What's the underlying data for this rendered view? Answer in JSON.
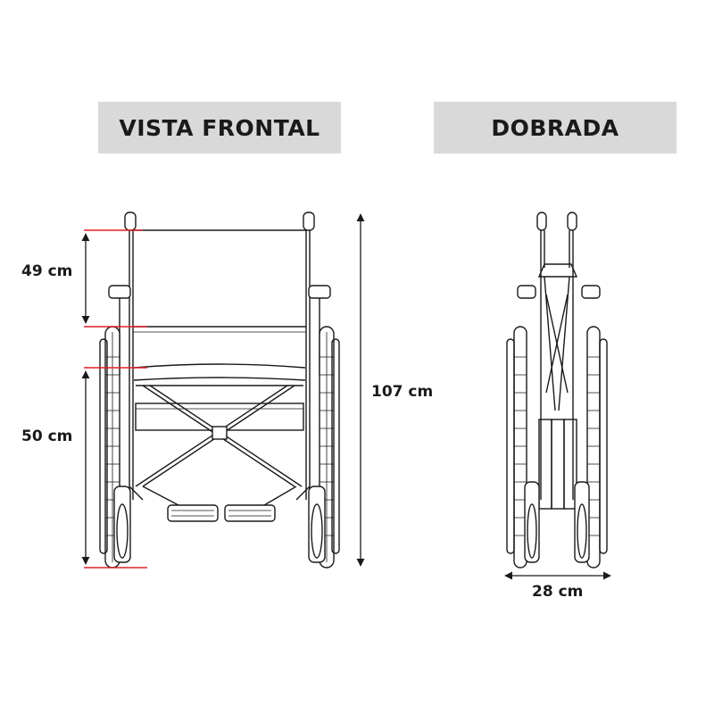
{
  "views": {
    "front": {
      "title": "VISTA FRONTAL"
    },
    "folded": {
      "title": "DOBRADA"
    }
  },
  "dimensions": {
    "backrest": "49 cm",
    "seat_height": "50 cm",
    "total_height": "107 cm",
    "folded_width": "28 cm"
  },
  "colors": {
    "title_bg": "#d9d9d9",
    "line": "#1a1a1a",
    "reference_line": "#e0202a"
  }
}
